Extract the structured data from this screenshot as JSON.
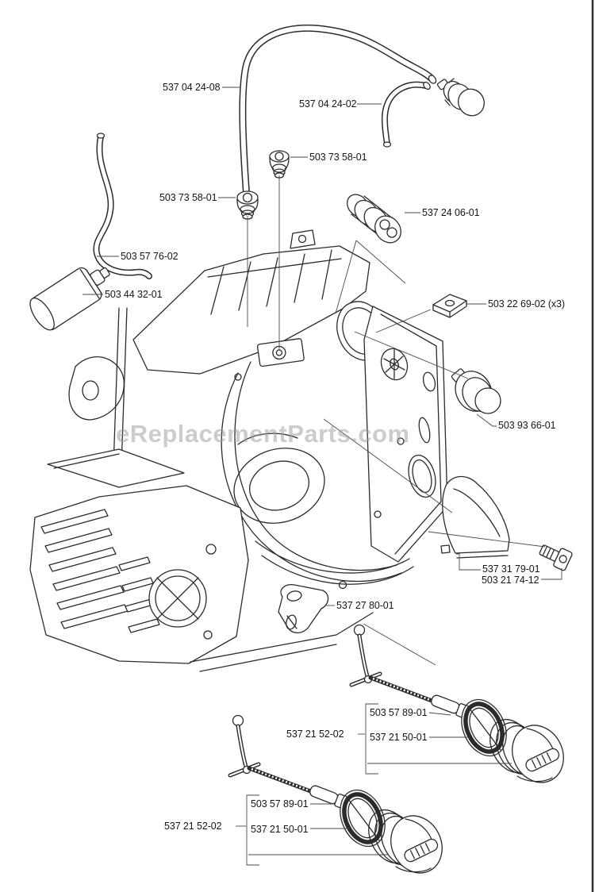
{
  "page": {
    "background": "#ffffff",
    "line_color": "#2b2b2b",
    "label_color": "#151515",
    "right_border_color": "#303030",
    "watermark": "eReplacementParts.com",
    "watermark_color": "#9a9a9a"
  },
  "diagram": {
    "labels": [
      {
        "id": "hose-long",
        "text": "537 04 24-08"
      },
      {
        "id": "hose-j",
        "text": "537 04 24-02"
      },
      {
        "id": "grommet-right",
        "text": "503 73 58-01"
      },
      {
        "id": "grommet-left",
        "text": "503 73 58-01"
      },
      {
        "id": "connector",
        "text": "537 24 06-01"
      },
      {
        "id": "fuel-hose",
        "text": "503 57 76-02"
      },
      {
        "id": "fuel-filter",
        "text": "503 44 32-01"
      },
      {
        "id": "nut-plate",
        "text": "503 22 69-02 (x3)"
      },
      {
        "id": "primer-bulb",
        "text": "503 93 66-01"
      },
      {
        "id": "deflector",
        "text": "537 31 79-01"
      },
      {
        "id": "screw",
        "text": "503 21 74-12"
      },
      {
        "id": "bracket",
        "text": "537 27 80-01"
      },
      {
        "id": "cap-retainer-right",
        "text": "503 57 89-01"
      },
      {
        "id": "cap-group-right",
        "text": "537 21 52-02"
      },
      {
        "id": "cap-right",
        "text": "537 21 50-01"
      },
      {
        "id": "cap-retainer-left",
        "text": "503 57 89-01"
      },
      {
        "id": "cap-group-left",
        "text": "537 21 52-02"
      },
      {
        "id": "cap-left",
        "text": "537 21 50-01"
      }
    ]
  }
}
